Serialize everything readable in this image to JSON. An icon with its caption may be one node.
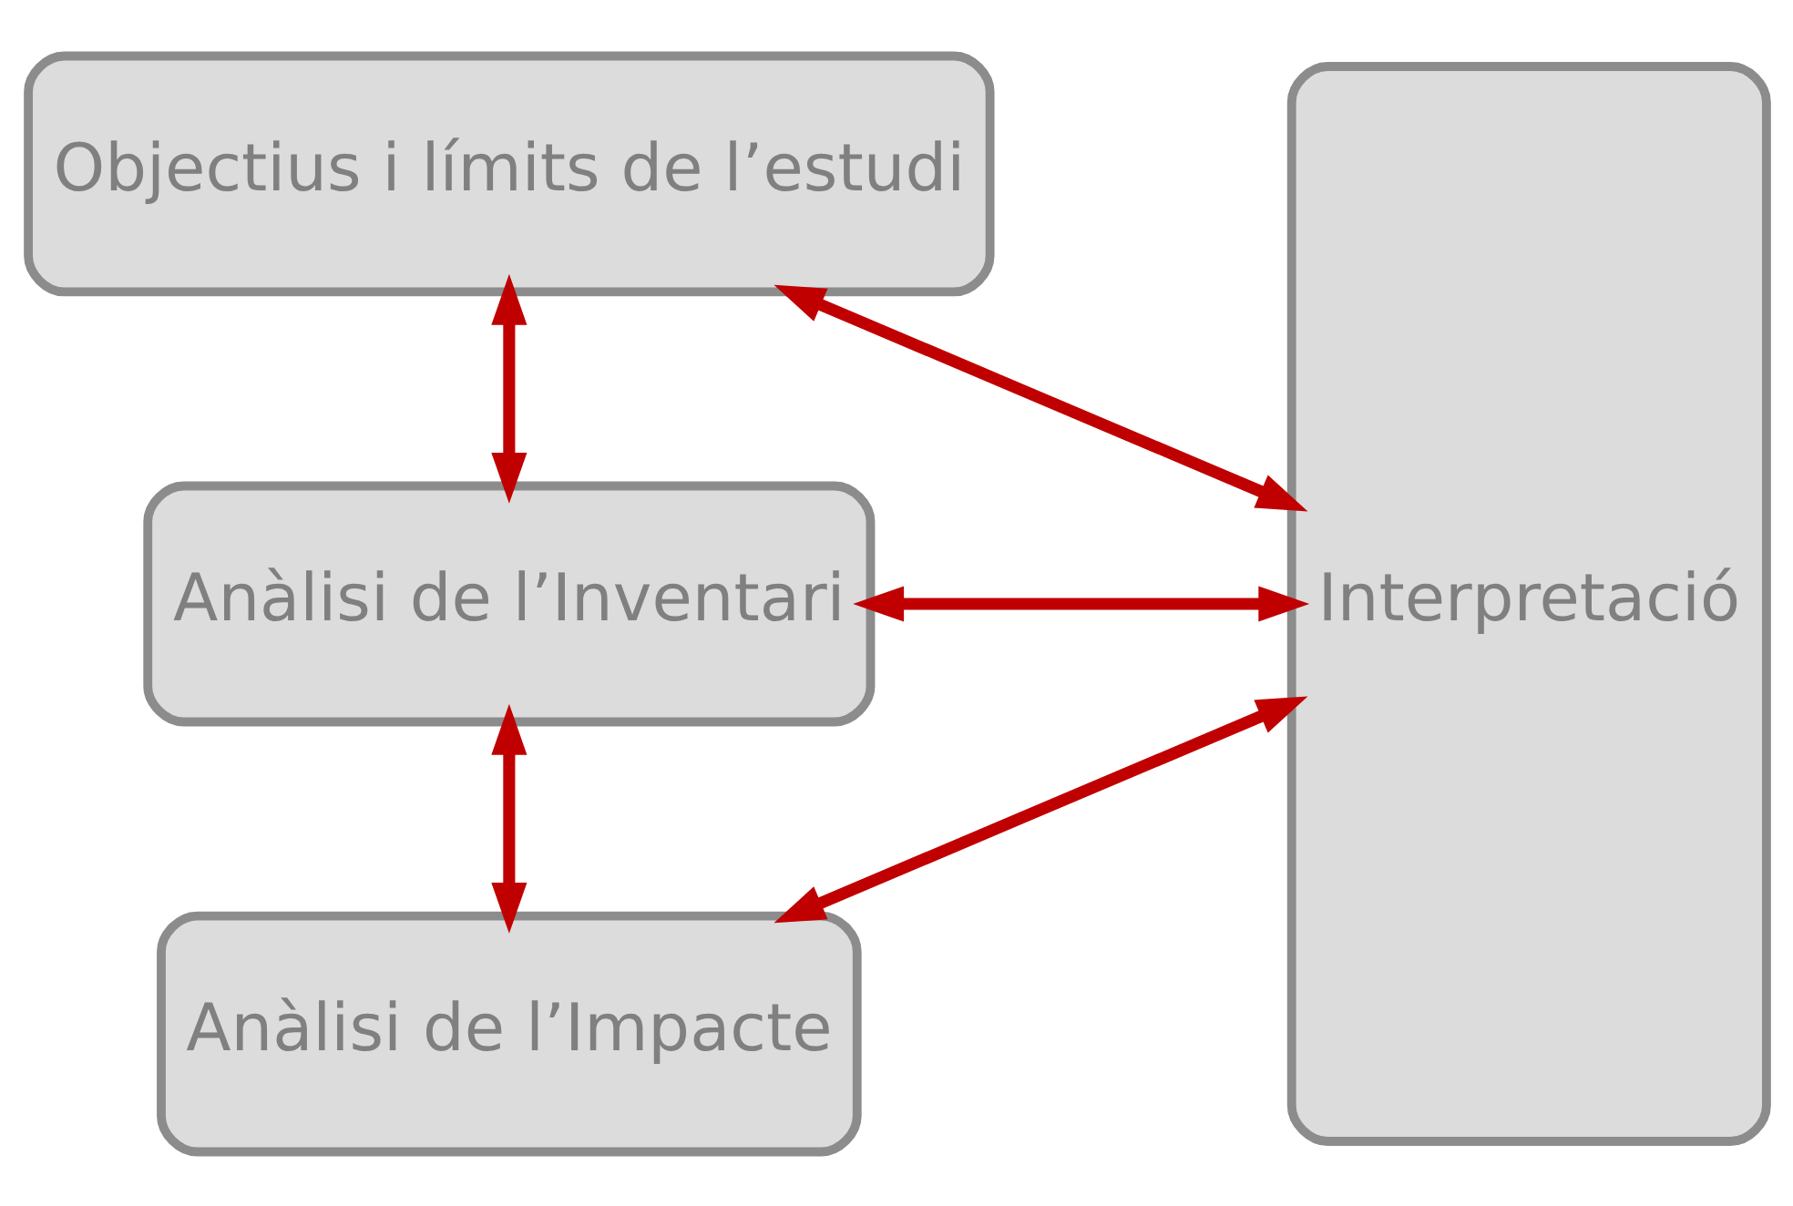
{
  "diagram": {
    "nodes": [
      {
        "text": [
          "Objectius i límits de l’estudi"
        ]
      },
      {
        "text": [
          "Anàlisi de l’Inventari"
        ]
      },
      {
        "text": [
          "Anàlisi de l’Impacte"
        ]
      },
      {
        "text": [
          "Interpretació"
        ]
      }
    ],
    "edges": [
      {
        "from": 0,
        "to": 1,
        "arrow": "both",
        "color": "#c00000"
      },
      {
        "from": 1,
        "to": 2,
        "arrow": "both",
        "color": "#c00000"
      },
      {
        "from": 0,
        "to": 3,
        "arrow": "both",
        "color": "#c00000"
      },
      {
        "from": 1,
        "to": 3,
        "arrow": "both",
        "color": "#c00000"
      },
      {
        "from": 2,
        "to": 3,
        "arrow": "both",
        "color": "#c00000"
      }
    ]
  }
}
